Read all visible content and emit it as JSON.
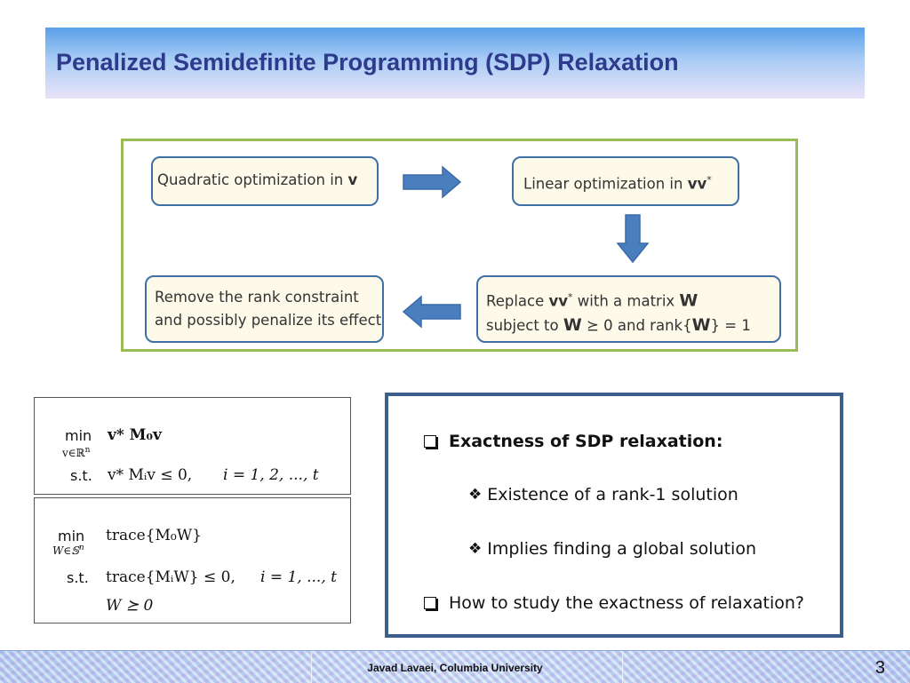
{
  "header": {
    "title": "Penalized Semidefinite Programming (SDP) Relaxation"
  },
  "flow": {
    "box1": {
      "text": "Quadratic optimization in ",
      "var": "v"
    },
    "box2": {
      "text": "Linear optimization in ",
      "var": "vv",
      "sup": "*"
    },
    "box3": {
      "line1_a": "Replace ",
      "line1_var": "vv",
      "line1_sup": "*",
      "line1_b": " with a matrix ",
      "line1_W": "W",
      "line2_a": "subject to ",
      "line2_W": "W",
      "line2_b": " ⪰ 0 and rank{",
      "line2_W2": "W",
      "line2_c": "} = 1"
    },
    "box4": {
      "line1": "Remove the rank constraint",
      "line2": "and possibly penalize its effect"
    }
  },
  "problem1": {
    "min": "min",
    "min_sub": "v∈ℝ",
    "min_sub_sup": "n",
    "objective": "v* M₀v",
    "st": "s.t.",
    "constraint": "v* Mᵢv ≤ 0,",
    "index": "i = 1, 2, ..., t"
  },
  "problem2": {
    "min": "min",
    "min_sub": "W∈𝕊",
    "min_sub_sup": "n",
    "objective": "trace{M₀W}",
    "st": "s.t.",
    "constraint": "trace{MᵢW} ≤ 0,",
    "index": "i = 1, ..., t",
    "psd": "W ⪰ 0"
  },
  "panel": {
    "item1": "Exactness of  SDP relaxation:",
    "sub1": "Existence of a rank-1 solution",
    "sub2": "Implies finding a global solution",
    "item2": "How to study the exactness of relaxation?"
  },
  "footer": {
    "author": "Javad Lavaei, Columbia University",
    "page": "3"
  },
  "colors": {
    "title": "#2e3a8c",
    "flow_frame": "#9bbb59",
    "box_border": "#3f6fa6",
    "arrow": "#4a7fbf",
    "panel_border": "#3a5f8c"
  }
}
